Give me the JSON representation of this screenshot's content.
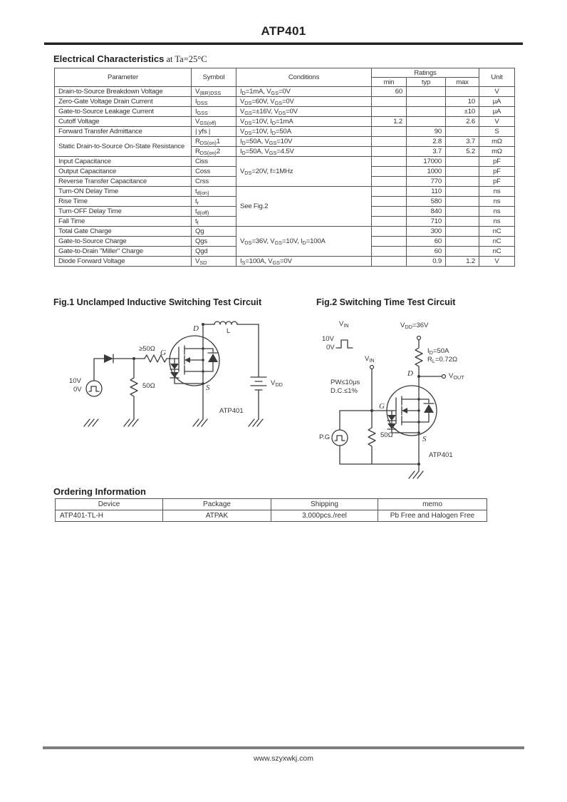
{
  "page": {
    "title": "ATP401",
    "footer_url": "www.szyxwkj.com",
    "colors": {
      "rule": "#222222",
      "footer_bar": "#7f7f7f",
      "border": "#555555",
      "wire": "#3a3a3a"
    }
  },
  "electrical": {
    "heading_bold": "Electrical Characteristics",
    "heading_suffix": " at Ta=25°C",
    "columns": {
      "parameter": "Parameter",
      "symbol": "Symbol",
      "conditions": "Conditions",
      "ratings": "Ratings",
      "min": "min",
      "typ": "typ",
      "max": "max",
      "unit": "Unit"
    },
    "rows": [
      {
        "parameter": "Drain-to-Source Breakdown Voltage",
        "symbol": "V~(BR)DSS~",
        "conditions": "I~D~=1mA, V~GS~=0V",
        "min": "60",
        "typ": "",
        "max": "",
        "unit": "V"
      },
      {
        "parameter": "Zero-Gate Voltage Drain Current",
        "symbol": "I~DSS~",
        "conditions": "V~DS~=60V, V~GS~=0V",
        "min": "",
        "typ": "",
        "max": "10",
        "unit": "μA"
      },
      {
        "parameter": "Gate-to-Source Leakage Current",
        "symbol": "I~GSS~",
        "conditions": "V~GS~=±16V, V~DS~=0V",
        "min": "",
        "typ": "",
        "max": "±10",
        "unit": "μA"
      },
      {
        "parameter": "Cutoff Voltage",
        "symbol": "V~GS(off)~",
        "conditions": "V~DS~=10V, I~D~=1mA",
        "min": "1.2",
        "typ": "",
        "max": "2.6",
        "unit": "V"
      },
      {
        "parameter": "Forward Transfer Admittance",
        "symbol": "| yfs |",
        "conditions": "V~DS~=10V, I~D~=50A",
        "min": "",
        "typ": "90",
        "max": "",
        "unit": "S"
      },
      {
        "parameter": "Static Drain-to-Source On-State Resistance",
        "parameter_rowspan": 2,
        "symbol": "R~DS(on)~1",
        "conditions": "I~D~=50A, V~GS~=10V",
        "min": "",
        "typ": "2.8",
        "max": "3.7",
        "unit": "mΩ"
      },
      {
        "parameter": null,
        "symbol": "R~DS(on)~2",
        "conditions": "I~D~=50A, V~GS~=4.5V",
        "min": "",
        "typ": "3.7",
        "max": "5.2",
        "unit": "mΩ"
      },
      {
        "parameter": "Input Capacitance",
        "symbol": "Ciss",
        "conditions": "V~DS~=20V, f=1MHz",
        "conditions_rowspan": 3,
        "min": "",
        "typ": "17000",
        "max": "",
        "unit": "pF"
      },
      {
        "parameter": "Output Capacitance",
        "symbol": "Coss",
        "conditions": null,
        "min": "",
        "typ": "1000",
        "max": "",
        "unit": "pF"
      },
      {
        "parameter": "Reverse Transfer Capacitance",
        "symbol": "Crss",
        "conditions": null,
        "min": "",
        "typ": "770",
        "max": "",
        "unit": "pF"
      },
      {
        "parameter": "Turn-ON Delay Time",
        "symbol": "t~d(on)~",
        "conditions": "See Fig.2",
        "conditions_rowspan": 4,
        "min": "",
        "typ": "110",
        "max": "",
        "unit": "ns"
      },
      {
        "parameter": "Rise Time",
        "symbol": "t~r~",
        "conditions": null,
        "min": "",
        "typ": "580",
        "max": "",
        "unit": "ns"
      },
      {
        "parameter": "Turn-OFF Delay Time",
        "symbol": "t~d(off)~",
        "conditions": null,
        "min": "",
        "typ": "840",
        "max": "",
        "unit": "ns"
      },
      {
        "parameter": "Fall Time",
        "symbol": "t~f~",
        "conditions": null,
        "min": "",
        "typ": "710",
        "max": "",
        "unit": "ns"
      },
      {
        "parameter": "Total Gate Charge",
        "symbol": "Qg",
        "conditions": "V~DS~=36V, V~GS~=10V, I~D~=100A",
        "conditions_rowspan": 3,
        "min": "",
        "typ": "300",
        "max": "",
        "unit": "nC"
      },
      {
        "parameter": "Gate-to-Source Charge",
        "symbol": "Qgs",
        "conditions": null,
        "min": "",
        "typ": "60",
        "max": "",
        "unit": "nC"
      },
      {
        "parameter": "Gate-to-Drain \"Miller\" Charge",
        "symbol": "Qgd",
        "conditions": null,
        "min": "",
        "typ": "60",
        "max": "",
        "unit": "nC"
      },
      {
        "parameter": "Diode Forward Voltage",
        "symbol": "V~SD~",
        "conditions": "I~S~=100A, V~GS~=0V",
        "min": "",
        "typ": "0.9",
        "max": "1.2",
        "unit": "V"
      }
    ]
  },
  "fig1": {
    "caption": "Fig.1 Unclamped Inductive Switching Test Circuit",
    "labels": {
      "pulse_high": "10V",
      "pulse_low": "0V",
      "series_res": "≥50Ω",
      "shunt_res": "50Ω",
      "gate": "G",
      "drain": "D",
      "source": "S",
      "inductor": "L",
      "supply": "V~DD~",
      "device": "ATP401"
    }
  },
  "fig2": {
    "caption": "Fig.2 Switching Time Test Circuit",
    "labels": {
      "vin_top": "V~IN~",
      "pulse_high": "10V",
      "pulse_low": "0V",
      "vdd": "V~DD~=36V",
      "id": "I~D~=50A",
      "rl": "R~L~=0.72Ω",
      "drain": "D",
      "vout": "V~OUT~",
      "vin_gate": "V~IN~",
      "pw": "PW≤10μs",
      "duty": "D.C.≤1%",
      "gate": "G",
      "source": "S",
      "pg": "P.G",
      "shunt_res": "50Ω",
      "device": "ATP401"
    }
  },
  "ordering": {
    "heading": "Ordering Information",
    "columns": [
      "Device",
      "Package",
      "Shipping",
      "memo"
    ],
    "rows": [
      [
        "ATP401-TL-H",
        "ATPAK",
        "3,000pcs./reel",
        "Pb Free and Halogen Free"
      ]
    ]
  }
}
